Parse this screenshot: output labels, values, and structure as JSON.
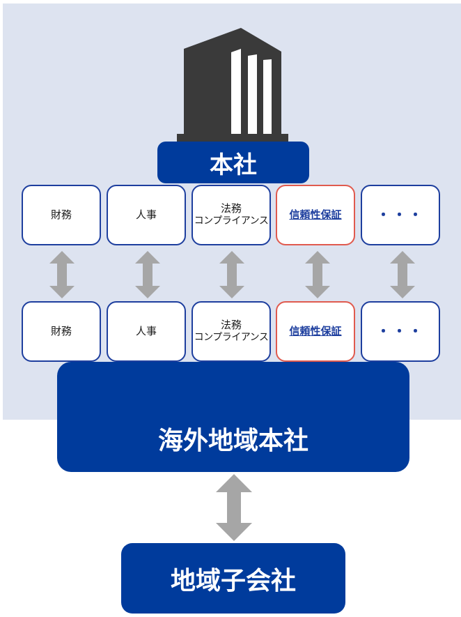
{
  "headquarters": {
    "label": "本社"
  },
  "regional_headquarters": {
    "label": "海外地域本社"
  },
  "regional_subsidiary": {
    "label": "地域子会社"
  },
  "hq_functions": [
    {
      "label": "財務"
    },
    {
      "label": "人事"
    },
    {
      "line1": "法務",
      "line2": "コンプライアンス"
    },
    {
      "label": "信頼性保証",
      "highlighted": true
    },
    {
      "label": "・・・"
    }
  ],
  "regional_functions": [
    {
      "label": "財務"
    },
    {
      "label": "人事"
    },
    {
      "line1": "法務",
      "line2": "コンプライアンス"
    },
    {
      "label": "信頼性保証",
      "highlighted": true
    },
    {
      "label": "・・・"
    }
  ],
  "colors": {
    "navy": "#003b9c",
    "panel": "#dde3f0",
    "highlight_border": "#e05a4e",
    "arrow": "#a6a6a6",
    "building": "#3a3a3a"
  }
}
